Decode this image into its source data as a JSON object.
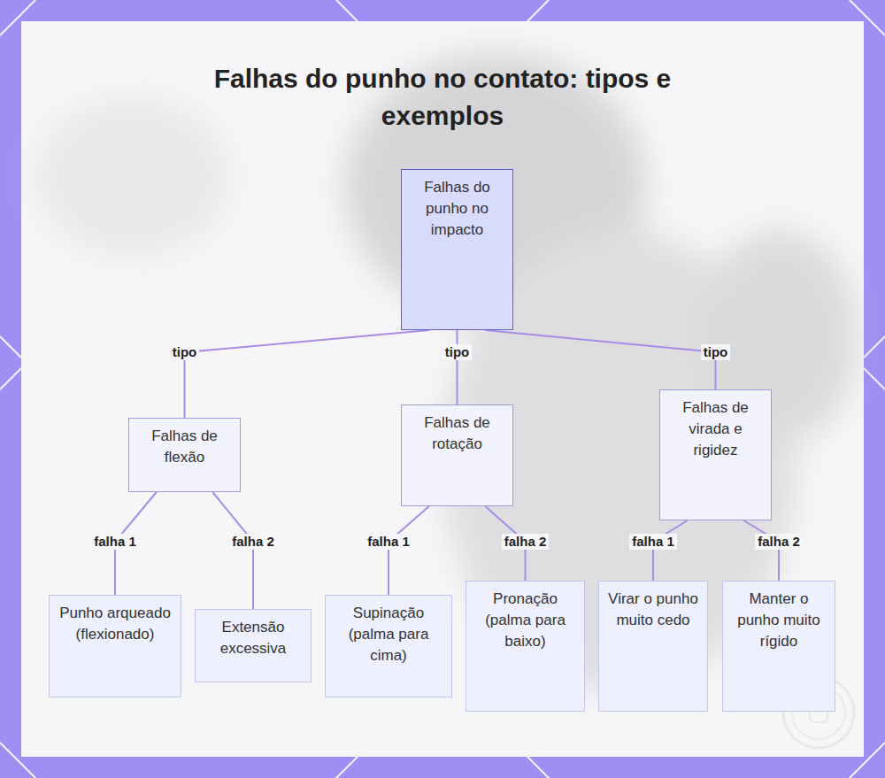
{
  "diagram": {
    "title": "Falhas do punho no contato: tipos e exemplos",
    "nodes": [
      {
        "text": [
          "Falhas do punho no impacto"
        ]
      },
      {
        "text": [
          "Falhas de flexão"
        ]
      },
      {
        "text": [
          "Falhas de rotação"
        ]
      },
      {
        "text": [
          "Falhas de virada e rigidez"
        ]
      },
      {
        "text": [
          "Punho arqueado (flexionado)"
        ]
      },
      {
        "text": [
          "Extensão excessiva"
        ]
      },
      {
        "text": [
          "Supinação (palma para cima)"
        ]
      },
      {
        "text": [
          "Pronação (palma para baixo)"
        ]
      },
      {
        "text": [
          "Virar o punho muito cedo"
        ]
      },
      {
        "text": [
          "Manter o punho muito rígido"
        ]
      }
    ],
    "edges": [
      {
        "from": 0,
        "to": 1,
        "label": "tipo",
        "arrow": "none"
      },
      {
        "from": 0,
        "to": 2,
        "label": "tipo",
        "arrow": "none"
      },
      {
        "from": 0,
        "to": 3,
        "label": "tipo",
        "arrow": "none"
      },
      {
        "from": 1,
        "to": 4,
        "label": "falha 1",
        "arrow": "none"
      },
      {
        "from": 1,
        "to": 5,
        "label": "falha 2",
        "arrow": "none"
      },
      {
        "from": 2,
        "to": 6,
        "label": "falha 1",
        "arrow": "none"
      },
      {
        "from": 2,
        "to": 7,
        "label": "falha 2",
        "arrow": "none"
      },
      {
        "from": 3,
        "to": 8,
        "label": "falha 1",
        "arrow": "none"
      },
      {
        "from": 3,
        "to": 9,
        "label": "falha 2",
        "arrow": "none"
      }
    ]
  }
}
